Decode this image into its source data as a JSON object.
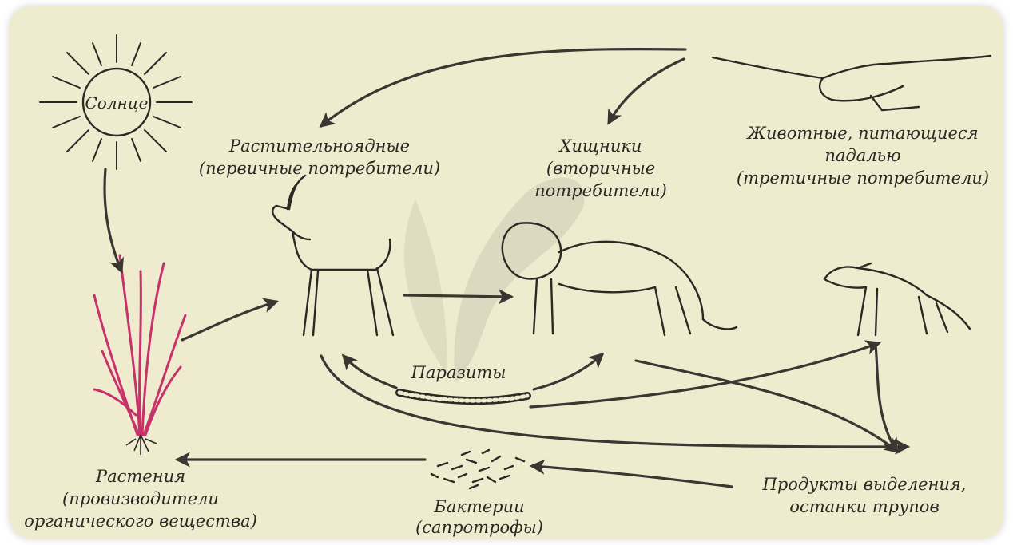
{
  "nodes": {
    "sun": "Солнце",
    "herbivores": [
      "Растительноядные",
      "(первичные потребители)"
    ],
    "predators": [
      "Хищники",
      "(вторичные",
      "потребители)"
    ],
    "scavengers": [
      "Животные, питающиеся",
      "падалью",
      "(третичные потребители)"
    ],
    "parasites": "Паразиты",
    "plants": [
      "Растения",
      "(провизводители",
      "органического вещества)"
    ],
    "bacteria": [
      "Бактерии",
      "(сапротрофы)"
    ],
    "remains": [
      "Продукты выделения,",
      "останки трупов"
    ]
  },
  "colors": {
    "paper": "#efebcf",
    "ink": "#2d2824",
    "plant": "#c8316a"
  }
}
